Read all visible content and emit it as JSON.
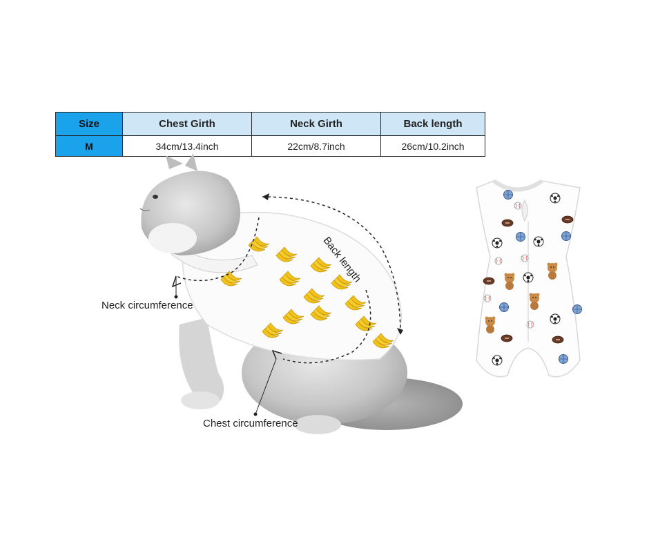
{
  "table": {
    "headers": [
      "Size",
      "Chest Girth",
      "Neck Girth",
      "Back length"
    ],
    "rows": [
      [
        "M",
        "34cm/13.4inch",
        "22cm/8.7inch",
        "26cm/10.2inch"
      ]
    ]
  },
  "labels": {
    "neck": "Neck circumference",
    "chest": "Chest circumference",
    "back": "Back length"
  },
  "colors": {
    "size_header": "#1aa3ea",
    "header_bg": "#cfe6f7",
    "banana": "#f2c21b"
  }
}
